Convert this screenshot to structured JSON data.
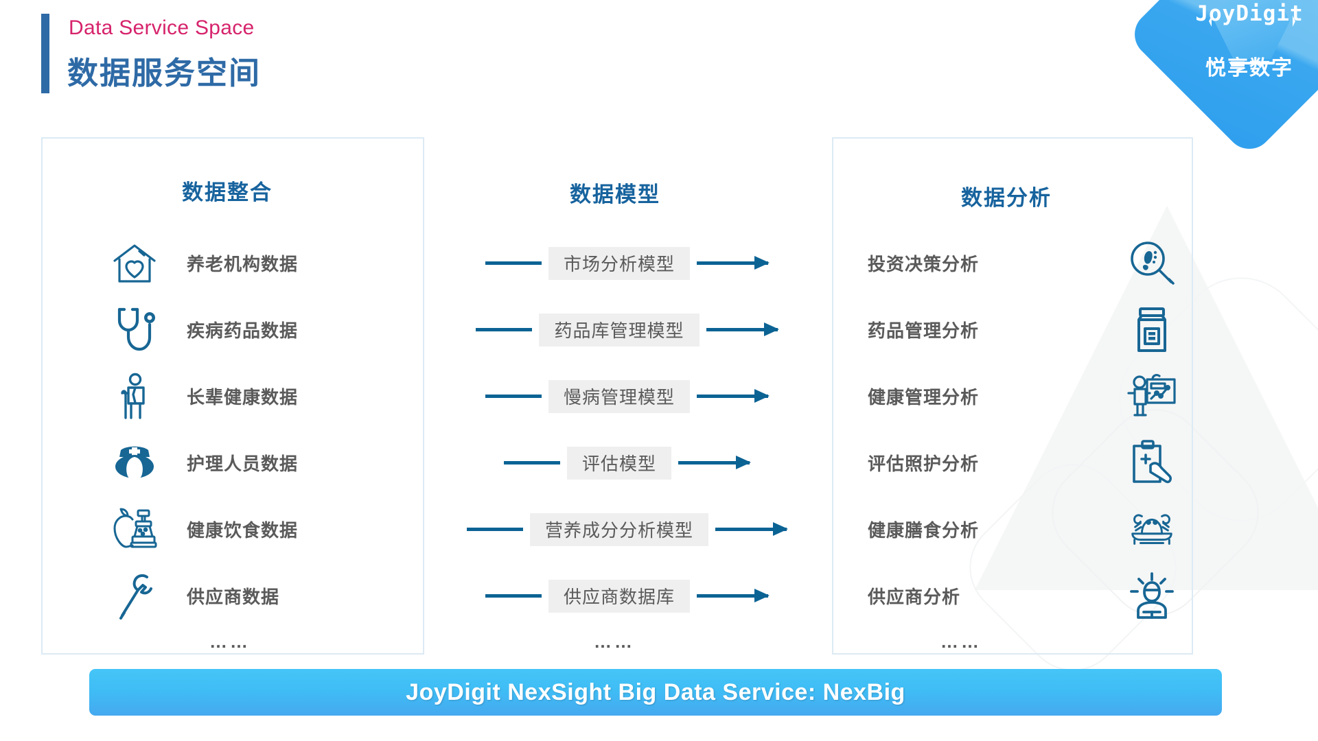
{
  "header": {
    "eyebrow": "Data Service Space",
    "title": "数据服务空间",
    "accent_color": "#2e6aa6",
    "eyebrow_color": "#d6236c"
  },
  "logo": {
    "name_en": "JoyDigit",
    "name_cn": "悦享数字",
    "shape": "rotated-rounded-square",
    "color": "#45aef0"
  },
  "columns": {
    "left": {
      "title": "数据整合"
    },
    "middle": {
      "title": "数据模型"
    },
    "right": {
      "title": "数据分析"
    }
  },
  "ellipsis": "……",
  "rows": [
    {
      "source_icon": "house-heart-icon",
      "source_label": "养老机构数据",
      "model_label": "市场分析模型",
      "analysis_label": "投资决策分析",
      "analysis_icon": "magnifier-footprint-icon"
    },
    {
      "source_icon": "stethoscope-icon",
      "source_label": "疾病药品数据",
      "model_label": "药品库管理模型",
      "analysis_label": "药品管理分析",
      "analysis_icon": "medicine-jar-icon"
    },
    {
      "source_icon": "elderly-person-cane-icon",
      "source_label": "长辈健康数据",
      "model_label": "慢病管理模型",
      "analysis_label": "健康管理分析",
      "analysis_icon": "person-chart-board-icon"
    },
    {
      "source_icon": "nurse-icon",
      "source_label": "护理人员数据",
      "model_label": "评估模型",
      "analysis_label": "评估照护分析",
      "analysis_icon": "clipboard-medical-hand-icon"
    },
    {
      "source_icon": "apple-food-icon",
      "source_label": "健康饮食数据",
      "model_label": "营养成分分析模型",
      "analysis_label": "健康膳食分析",
      "analysis_icon": "seafood-platter-icon"
    },
    {
      "source_icon": "wrench-icon",
      "source_label": "供应商数据",
      "model_label": "供应商数据库",
      "analysis_label": "供应商分析",
      "analysis_icon": "person-idea-icon"
    }
  ],
  "footer": {
    "banner_text": "JoyDigit NexSight Big Data Service: NexBig",
    "banner_color": "#3fbdf5"
  },
  "theme": {
    "icon_blue": "#0b6394",
    "title_blue": "#17639e",
    "label_gray": "#5a5a5a",
    "model_box_bg": "#efefef",
    "panel_border": "#dceaf4"
  }
}
